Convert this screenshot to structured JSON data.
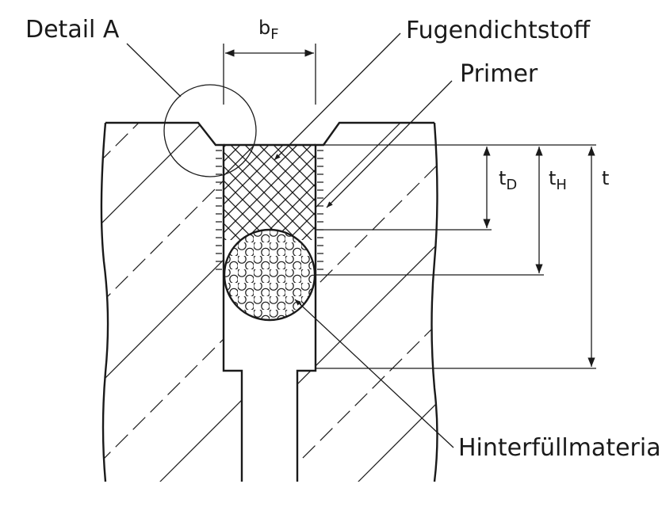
{
  "labels": {
    "detail": "Detail A",
    "sealant": "Fugendichtstoff",
    "primer": "Primer",
    "backfill": "Hinterfüllmaterial"
  },
  "dimensions": {
    "joint_width": {
      "main": "b",
      "sub": "F"
    },
    "sealant_depth": {
      "main": "t",
      "sub": "D"
    },
    "backfill_depth": {
      "main": "t",
      "sub": "H"
    },
    "total_depth": {
      "main": "t"
    }
  },
  "colors": {
    "line": "#1a1a1a",
    "background": "#ffffff"
  }
}
